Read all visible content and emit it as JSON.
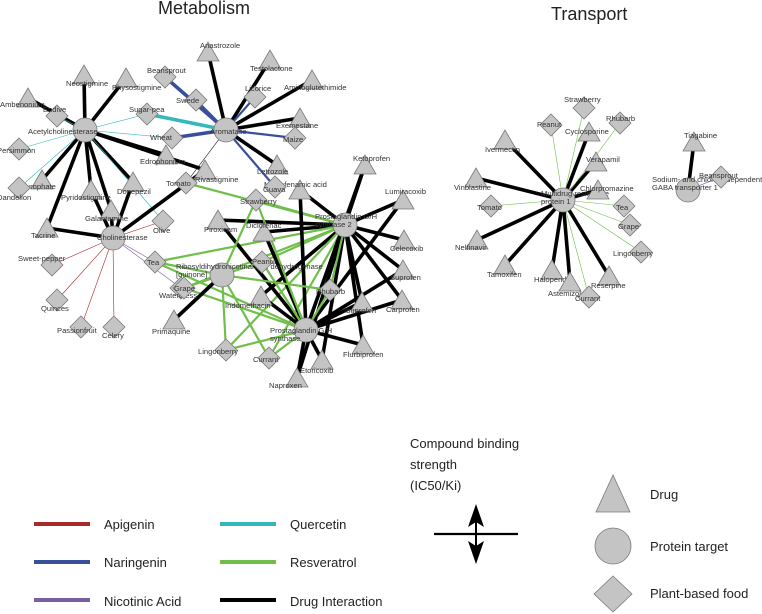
{
  "titles": {
    "metabolism": "Metabolism",
    "transport": "Transport"
  },
  "colors": {
    "apigenin": "#a82a2a",
    "naringenin": "#3a4f9c",
    "nicotinic": "#7b5ea0",
    "quercetin": "#33b8bd",
    "resveratrol": "#6fbf4a",
    "drug": "#000000",
    "node_fill": "#c4c4c4",
    "node_stroke": "#7a7a7a"
  },
  "legend": {
    "compounds": [
      {
        "key": "apigenin",
        "label": "Apigenin"
      },
      {
        "key": "naringenin",
        "label": "Naringenin"
      },
      {
        "key": "nicotinic",
        "label": "Nicotinic Acid"
      },
      {
        "key": "quercetin",
        "label": "Quercetin"
      },
      {
        "key": "resveratrol",
        "label": "Resveratrol"
      },
      {
        "key": "drug",
        "label": "Drug Interaction"
      }
    ],
    "strength_title": [
      "Compound binding",
      "strength",
      "(IC50/Ki)"
    ],
    "shapes": [
      {
        "shape": "triangle",
        "label": "Drug"
      },
      {
        "shape": "circle",
        "label": "Protein target"
      },
      {
        "shape": "diamond",
        "label": "Plant-based food"
      }
    ]
  },
  "nodes": [
    {
      "id": "ache",
      "type": "circle",
      "label": "Acetylcholinesterase"
    },
    {
      "id": "che",
      "type": "circle",
      "label": "Cholinesterase"
    },
    {
      "id": "aro",
      "type": "circle",
      "label": "Aromatase"
    },
    {
      "id": "pgh2",
      "type": "circle",
      "label": "Prostaglandin G/H synthase 2"
    },
    {
      "id": "pgh1",
      "type": "circle",
      "label": "Prostaglandin G/H synthase"
    },
    {
      "id": "rdh",
      "type": "circle",
      "label": "Ribosyldihydronicotinamide dehydrogenase [quinone]"
    },
    {
      "id": "mdr",
      "type": "circle",
      "label": "Multidrug resistance protein 1"
    },
    {
      "id": "gat",
      "type": "circle",
      "label": "Sodium- and chloride-dependent GABA transporter 1"
    },
    {
      "id": "neostigmine",
      "type": "triangle",
      "label": "Neostigmine"
    },
    {
      "id": "ambenonium",
      "type": "triangle",
      "label": "Ambenonium"
    },
    {
      "id": "physostigmine",
      "type": "triangle",
      "label": "Physostigmine"
    },
    {
      "id": "isoflurophate",
      "type": "triangle",
      "label": "Isoflurophate"
    },
    {
      "id": "pyridostigmine",
      "type": "triangle",
      "label": "Pyridostigmine"
    },
    {
      "id": "donepezil",
      "type": "triangle",
      "label": "Donepezil"
    },
    {
      "id": "edrophonium",
      "type": "triangle",
      "label": "Edrophonium"
    },
    {
      "id": "rivastigmine",
      "type": "triangle",
      "label": "Rivastigmine"
    },
    {
      "id": "tacrine",
      "type": "triangle",
      "label": "Tacrine"
    },
    {
      "id": "galantamine",
      "type": "triangle",
      "label": "Galantamine"
    },
    {
      "id": "anastrozole",
      "type": "triangle",
      "label": "Anastrozole"
    },
    {
      "id": "testolactone",
      "type": "triangle",
      "label": "Testolactone"
    },
    {
      "id": "aminoglutethimide",
      "type": "triangle",
      "label": "Aminoglutethimide"
    },
    {
      "id": "exemestane",
      "type": "triangle",
      "label": "Exemestane"
    },
    {
      "id": "letrozole",
      "type": "triangle",
      "label": "Letrozole"
    },
    {
      "id": "meclofenamic",
      "type": "triangle",
      "label": "Meclofenamic acid"
    },
    {
      "id": "ketoprofen",
      "type": "triangle",
      "label": "Ketoprofen"
    },
    {
      "id": "lumiracoxib",
      "type": "triangle",
      "label": "Lumiracoxib"
    },
    {
      "id": "piroxicam",
      "type": "triangle",
      "label": "Piroxicam"
    },
    {
      "id": "diclofenac",
      "type": "triangle",
      "label": "Diclofenac"
    },
    {
      "id": "celecoxib",
      "type": "triangle",
      "label": "Celecoxib"
    },
    {
      "id": "suprofen",
      "type": "triangle",
      "label": "Suprofen"
    },
    {
      "id": "carprofen",
      "type": "triangle",
      "label": "Carprofen"
    },
    {
      "id": "indomethacin",
      "type": "triangle",
      "label": "Indomethacin"
    },
    {
      "id": "ibuprofen",
      "type": "triangle",
      "label": "Ibuprofen"
    },
    {
      "id": "flurbiprofen",
      "type": "triangle",
      "label": "Flurbiprofen"
    },
    {
      "id": "etoricoxib",
      "type": "triangle",
      "label": "Etoricoxib"
    },
    {
      "id": "naproxen",
      "type": "triangle",
      "label": "Naproxen"
    },
    {
      "id": "primaquine",
      "type": "triangle",
      "label": "Primaquine"
    },
    {
      "id": "ivermectin",
      "type": "triangle",
      "label": "Ivermectin"
    },
    {
      "id": "cyclosporine",
      "type": "triangle",
      "label": "Cyclosporine"
    },
    {
      "id": "verapamil",
      "type": "triangle",
      "label": "Verapamil"
    },
    {
      "id": "chlorpromazine",
      "type": "triangle",
      "label": "Chlorpromazine"
    },
    {
      "id": "vinblastine",
      "type": "triangle",
      "label": "Vinblastine"
    },
    {
      "id": "nelfinavir",
      "type": "triangle",
      "label": "Nelfinavir"
    },
    {
      "id": "tamoxifen",
      "type": "triangle",
      "label": "Tamoxifen"
    },
    {
      "id": "haloperidol",
      "type": "triangle",
      "label": "Haloperidol"
    },
    {
      "id": "astemizole",
      "type": "triangle",
      "label": "Astemizole"
    },
    {
      "id": "reserpine",
      "type": "triangle",
      "label": "Reserpine"
    },
    {
      "id": "tiagabine",
      "type": "triangle",
      "label": "Tiagabine"
    },
    {
      "id": "endive",
      "type": "diamond",
      "label": "Endive"
    },
    {
      "id": "persimmon",
      "type": "diamond",
      "label": "Persimmon"
    },
    {
      "id": "dandelion",
      "type": "diamond",
      "label": "Dandelion"
    },
    {
      "id": "sugarpea",
      "type": "diamond",
      "label": "Sugar-pea"
    },
    {
      "id": "wheat",
      "type": "diamond",
      "label": "Wheat"
    },
    {
      "id": "olive",
      "type": "diamond",
      "label": "Olive"
    },
    {
      "id": "sweetpepper",
      "type": "diamond",
      "label": "Sweet-pepper"
    },
    {
      "id": "quinces",
      "type": "diamond",
      "label": "Quinces"
    },
    {
      "id": "passionfruit",
      "type": "diamond",
      "label": "Passionfruit"
    },
    {
      "id": "celery",
      "type": "diamond",
      "label": "Celery"
    },
    {
      "id": "watercress",
      "type": "diamond",
      "label": "Watercress"
    },
    {
      "id": "beansprout",
      "type": "diamond",
      "label": "Beansprout"
    },
    {
      "id": "swede",
      "type": "diamond",
      "label": "Swede"
    },
    {
      "id": "licorice",
      "type": "diamond",
      "label": "Licorice"
    },
    {
      "id": "maize",
      "type": "diamond",
      "label": "Maize"
    },
    {
      "id": "guava",
      "type": "diamond",
      "label": "Guava"
    },
    {
      "id": "tomato",
      "type": "diamond",
      "label": "Tomato"
    },
    {
      "id": "strawberry",
      "type": "diamond",
      "label": "Strawberry"
    },
    {
      "id": "tea",
      "type": "diamond",
      "label": "Tea"
    },
    {
      "id": "grape",
      "type": "diamond",
      "label": "Grape"
    },
    {
      "id": "peanut",
      "type": "diamond",
      "label": "Peanut"
    },
    {
      "id": "rhubarb",
      "type": "diamond",
      "label": "Rhubarb"
    },
    {
      "id": "lingonberry",
      "type": "diamond",
      "label": "Lingonberry"
    },
    {
      "id": "currant",
      "type": "diamond",
      "label": "Currant"
    },
    {
      "id": "t_strawberry",
      "type": "diamond",
      "label": "Strawberry"
    },
    {
      "id": "t_peanut",
      "type": "diamond",
      "label": "Peanut"
    },
    {
      "id": "t_rhubarb",
      "type": "diamond",
      "label": "Rhubarb"
    },
    {
      "id": "t_tomato",
      "type": "diamond",
      "label": "Tomato"
    },
    {
      "id": "t_tea",
      "type": "diamond",
      "label": "Tea"
    },
    {
      "id": "t_grape",
      "type": "diamond",
      "label": "Grape"
    },
    {
      "id": "t_lingonberry",
      "type": "diamond",
      "label": "Lingonberry"
    },
    {
      "id": "t_currant",
      "type": "diamond",
      "label": "Currant"
    },
    {
      "id": "t_beansprout",
      "type": "diamond",
      "label": "Beansprout"
    }
  ],
  "edges": [
    [
      "ache",
      "neostigmine",
      "drug",
      "h"
    ],
    [
      "ache",
      "ambenonium",
      "drug",
      "h"
    ],
    [
      "ache",
      "physostigmine",
      "drug",
      "h"
    ],
    [
      "ache",
      "isoflurophate",
      "drug",
      "h"
    ],
    [
      "ache",
      "pyridostigmine",
      "drug",
      "h"
    ],
    [
      "ache",
      "donepezil",
      "drug",
      "h"
    ],
    [
      "ache",
      "edrophonium",
      "drug",
      "h"
    ],
    [
      "ache",
      "rivastigmine",
      "drug",
      "h"
    ],
    [
      "ache",
      "tacrine",
      "drug",
      "h"
    ],
    [
      "ache",
      "galantamine",
      "drug",
      "h"
    ],
    [
      "ache",
      "endive",
      "quercetin",
      "t"
    ],
    [
      "ache",
      "persimmon",
      "quercetin",
      "t"
    ],
    [
      "ache",
      "dandelion",
      "quercetin",
      "t"
    ],
    [
      "ache",
      "sugarpea",
      "quercetin",
      "t"
    ],
    [
      "ache",
      "wheat",
      "quercetin",
      "t"
    ],
    [
      "ache",
      "olive",
      "quercetin",
      "t"
    ],
    [
      "che",
      "tacrine",
      "drug",
      "h"
    ],
    [
      "che",
      "galantamine",
      "drug",
      "h"
    ],
    [
      "che",
      "rivastigmine",
      "drug",
      "h"
    ],
    [
      "che",
      "donepezil",
      "drug",
      "h"
    ],
    [
      "che",
      "pyridostigmine",
      "drug",
      "h"
    ],
    [
      "che",
      "sweetpepper",
      "apigenin",
      "t"
    ],
    [
      "che",
      "quinces",
      "apigenin",
      "t"
    ],
    [
      "che",
      "passionfruit",
      "apigenin",
      "t"
    ],
    [
      "che",
      "celery",
      "apigenin",
      "t"
    ],
    [
      "che",
      "watercress",
      "nicotinic",
      "t"
    ],
    [
      "che",
      "tea",
      "nicotinic",
      "t"
    ],
    [
      "che",
      "olive",
      "apigenin",
      "t"
    ],
    [
      "aro",
      "anastrozole",
      "drug",
      "h"
    ],
    [
      "aro",
      "testolactone",
      "drug",
      "h"
    ],
    [
      "aro",
      "aminoglutethimide",
      "drug",
      "h"
    ],
    [
      "aro",
      "exemestane",
      "drug",
      "h"
    ],
    [
      "aro",
      "letrozole",
      "drug",
      "h"
    ],
    [
      "aro",
      "beansprout",
      "naringenin",
      "h"
    ],
    [
      "aro",
      "swede",
      "naringenin",
      "m"
    ],
    [
      "aro",
      "licorice",
      "naringenin",
      "m"
    ],
    [
      "aro",
      "maize",
      "naringenin",
      "m"
    ],
    [
      "aro",
      "guava",
      "naringenin",
      "m"
    ],
    [
      "aro",
      "wheat",
      "naringenin",
      "h"
    ],
    [
      "aro",
      "sugarpea",
      "quercetin",
      "h"
    ],
    [
      "aro",
      "tomato",
      "drug",
      "t"
    ],
    [
      "pgh2",
      "meclofenamic",
      "drug",
      "h"
    ],
    [
      "pgh2",
      "ketoprofen",
      "drug",
      "h"
    ],
    [
      "pgh2",
      "lumiracoxib",
      "drug",
      "h"
    ],
    [
      "pgh2",
      "piroxicam",
      "drug",
      "h"
    ],
    [
      "pgh2",
      "diclofenac",
      "drug",
      "h"
    ],
    [
      "pgh2",
      "celecoxib",
      "drug",
      "h"
    ],
    [
      "pgh2",
      "suprofen",
      "drug",
      "h"
    ],
    [
      "pgh2",
      "carprofen",
      "drug",
      "h"
    ],
    [
      "pgh2",
      "indomethacin",
      "drug",
      "h"
    ],
    [
      "pgh2",
      "ibuprofen",
      "drug",
      "h"
    ],
    [
      "pgh2",
      "flurbiprofen",
      "drug",
      "h"
    ],
    [
      "pgh2",
      "etoricoxib",
      "drug",
      "h"
    ],
    [
      "pgh2",
      "naproxen",
      "drug",
      "h"
    ],
    [
      "pgh2",
      "strawberry",
      "resveratrol",
      "m"
    ],
    [
      "pgh2",
      "tomato",
      "resveratrol",
      "m"
    ],
    [
      "pgh2",
      "grape",
      "resveratrol",
      "m"
    ],
    [
      "pgh2",
      "peanut",
      "resveratrol",
      "m"
    ],
    [
      "pgh2",
      "rhubarb",
      "resveratrol",
      "m"
    ],
    [
      "pgh2",
      "tea",
      "resveratrol",
      "m"
    ],
    [
      "pgh2",
      "lingonberry",
      "resveratrol",
      "m"
    ],
    [
      "pgh2",
      "currant",
      "resveratrol",
      "m"
    ],
    [
      "pgh1",
      "meclofenamic",
      "drug",
      "h"
    ],
    [
      "pgh1",
      "ketoprofen",
      "drug",
      "h"
    ],
    [
      "pgh1",
      "lumiracoxib",
      "drug",
      "h"
    ],
    [
      "pgh1",
      "piroxicam",
      "drug",
      "h"
    ],
    [
      "pgh1",
      "diclofenac",
      "drug",
      "h"
    ],
    [
      "pgh1",
      "indomethacin",
      "drug",
      "h"
    ],
    [
      "pgh1",
      "ibuprofen",
      "drug",
      "h"
    ],
    [
      "pgh1",
      "flurbiprofen",
      "drug",
      "h"
    ],
    [
      "pgh1",
      "etoricoxib",
      "drug",
      "h"
    ],
    [
      "pgh1",
      "naproxen",
      "drug",
      "h"
    ],
    [
      "pgh1",
      "suprofen",
      "drug",
      "h"
    ],
    [
      "pgh1",
      "carprofen",
      "drug",
      "h"
    ],
    [
      "pgh1",
      "strawberry",
      "resveratrol",
      "m"
    ],
    [
      "pgh1",
      "grape",
      "resveratrol",
      "m"
    ],
    [
      "pgh1",
      "peanut",
      "resveratrol",
      "m"
    ],
    [
      "pgh1",
      "rhubarb",
      "resveratrol",
      "m"
    ],
    [
      "pgh1",
      "lingonberry",
      "resveratrol",
      "m"
    ],
    [
      "pgh1",
      "currant",
      "resveratrol",
      "m"
    ],
    [
      "pgh1",
      "tea",
      "resveratrol",
      "m"
    ],
    [
      "rdh",
      "primaquine",
      "drug",
      "h"
    ],
    [
      "rdh",
      "tea",
      "resveratrol",
      "m"
    ],
    [
      "rdh",
      "grape",
      "resveratrol",
      "m"
    ],
    [
      "rdh",
      "strawberry",
      "resveratrol",
      "m"
    ],
    [
      "rdh",
      "peanut",
      "resveratrol",
      "m"
    ],
    [
      "rdh",
      "rhubarb",
      "resveratrol",
      "m"
    ],
    [
      "rdh",
      "lingonberry",
      "resveratrol",
      "m"
    ],
    [
      "rdh",
      "currant",
      "resveratrol",
      "m"
    ],
    [
      "mdr",
      "ivermectin",
      "drug",
      "h"
    ],
    [
      "mdr",
      "cyclosporine",
      "drug",
      "h"
    ],
    [
      "mdr",
      "verapamil",
      "drug",
      "h"
    ],
    [
      "mdr",
      "chlorpromazine",
      "drug",
      "h"
    ],
    [
      "mdr",
      "vinblastine",
      "drug",
      "h"
    ],
    [
      "mdr",
      "nelfinavir",
      "drug",
      "h"
    ],
    [
      "mdr",
      "tamoxifen",
      "drug",
      "h"
    ],
    [
      "mdr",
      "haloperidol",
      "drug",
      "h"
    ],
    [
      "mdr",
      "astemizole",
      "drug",
      "h"
    ],
    [
      "mdr",
      "reserpine",
      "drug",
      "h"
    ],
    [
      "mdr",
      "t_strawberry",
      "resveratrol",
      "t"
    ],
    [
      "mdr",
      "t_peanut",
      "resveratrol",
      "t"
    ],
    [
      "mdr",
      "t_rhubarb",
      "resveratrol",
      "t"
    ],
    [
      "mdr",
      "t_tomato",
      "resveratrol",
      "t"
    ],
    [
      "mdr",
      "t_tea",
      "resveratrol",
      "t"
    ],
    [
      "mdr",
      "t_grape",
      "resveratrol",
      "t"
    ],
    [
      "mdr",
      "t_lingonberry",
      "resveratrol",
      "t"
    ],
    [
      "mdr",
      "t_currant",
      "resveratrol",
      "t"
    ],
    [
      "gat",
      "tiagabine",
      "drug",
      "h"
    ],
    [
      "gat",
      "t_beansprout",
      "naringenin",
      "t"
    ]
  ]
}
